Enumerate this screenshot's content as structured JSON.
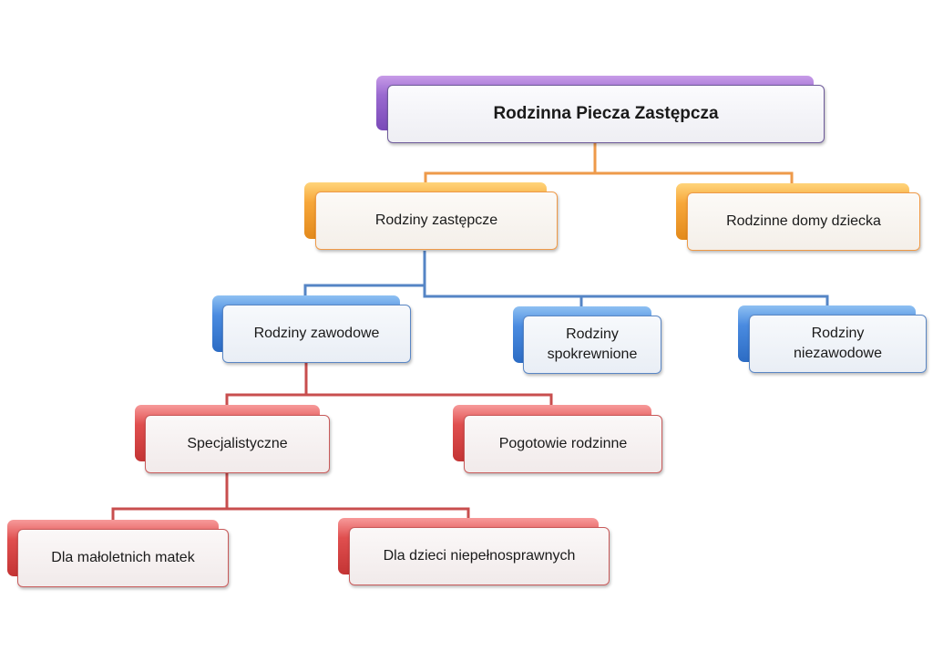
{
  "diagram": {
    "type": "org-chart",
    "root": {
      "label": "Rodzinna Piecza Zastępcza",
      "color": "#8e5ec8",
      "children": [
        {
          "label": "Rodziny zastępcze",
          "color": "#f0a040",
          "children": [
            {
              "label": "Rodziny zawodowe",
              "color": "#4a86d8",
              "children": [
                {
                  "label": "Specjalistyczne",
                  "color": "#d84848",
                  "children": [
                    {
                      "label": "Dla małoletnich matek",
                      "color": "#d84848"
                    },
                    {
                      "label": "Dla dzieci niepełnosprawnych",
                      "color": "#d84848"
                    }
                  ]
                },
                {
                  "label": "Pogotowie rodzinne",
                  "color": "#d84848"
                }
              ]
            },
            {
              "label": "Rodziny spokrewnione",
              "color": "#4a86d8"
            },
            {
              "label": "Rodziny niezawodowe",
              "color": "#4a86d8"
            }
          ]
        },
        {
          "label": "Rodzinne domy dziecka",
          "color": "#f0a040"
        }
      ]
    }
  },
  "nodes": {
    "root": "Rodzinna Piecza Zastępcza",
    "rodziny_zastepcze": "Rodziny zastępcze",
    "rodzinne_domy": "Rodzinne domy dziecka",
    "rodziny_zawodowe": "Rodziny zawodowe",
    "spokrewnione_line1": "Rodziny",
    "spokrewnione_line2": "spokrewnione",
    "niezawodowe_line1": "Rodziny",
    "niezawodowe_line2": "niezawodowe",
    "specjalistyczne": "Specjalistyczne",
    "pogotowie": "Pogotowie rodzinne",
    "maloletnich": "Dla małoletnich matek",
    "niepelnosprawnych": "Dla dzieci niepełnosprawnych"
  },
  "colors": {
    "level1": "#8e5ec8",
    "level2": "#f0a040",
    "level3": "#4a86d8",
    "level4": "#d84848",
    "connector_orange": "#ee9a4a",
    "connector_blue": "#5585c5",
    "connector_red": "#c84e4e"
  }
}
